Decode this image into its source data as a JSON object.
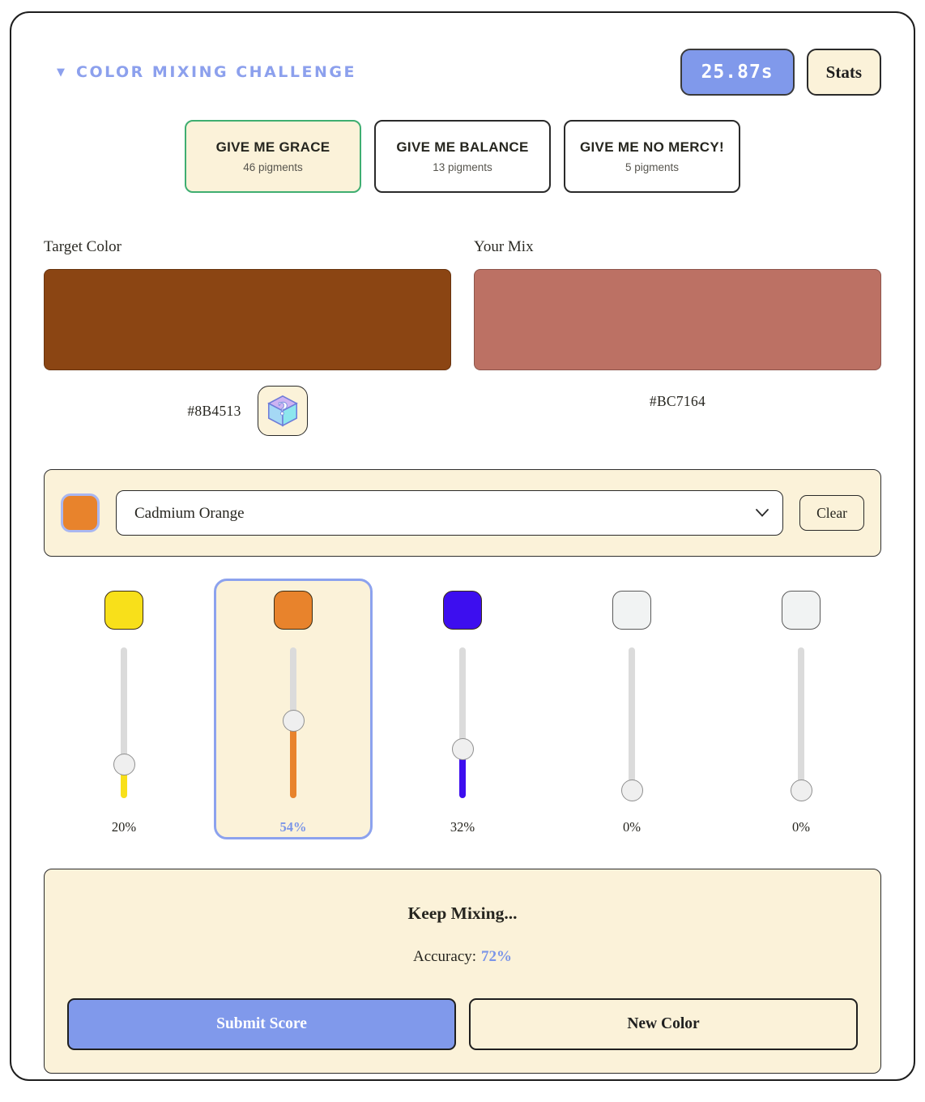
{
  "header": {
    "collapse_icon": "▼",
    "title": "COLOR MIXING CHALLENGE",
    "timer": "25.87s",
    "stats_label": "Stats"
  },
  "difficulties": [
    {
      "label": "GIVE ME GRACE",
      "sub": "46 pigments",
      "selected": true
    },
    {
      "label": "GIVE ME BALANCE",
      "sub": "13 pigments",
      "selected": false
    },
    {
      "label": "GIVE ME NO MERCY!",
      "sub": "5 pigments",
      "selected": false
    }
  ],
  "target": {
    "label": "Target Color",
    "hex": "#8B4513"
  },
  "mix": {
    "label": "Your Mix",
    "hex": "#BC7164"
  },
  "pigment_selector": {
    "selected_name": "Cadmium Orange",
    "selected_color": "#E8832C",
    "clear_label": "Clear"
  },
  "sliders": [
    {
      "name": "yellow-pigment",
      "color": "#F8E01A",
      "value": 20,
      "label": "20%",
      "selected": false,
      "empty": false
    },
    {
      "name": "orange-pigment",
      "color": "#E8832C",
      "value": 54,
      "label": "54%",
      "selected": true,
      "empty": false
    },
    {
      "name": "blue-pigment",
      "color": "#3D0EEF",
      "value": 32,
      "label": "32%",
      "selected": false,
      "empty": false
    },
    {
      "name": "empty-slot-1",
      "color": "#F1F3F3",
      "value": 0,
      "label": "0%",
      "selected": false,
      "empty": true
    },
    {
      "name": "empty-slot-2",
      "color": "#F1F3F3",
      "value": 0,
      "label": "0%",
      "selected": false,
      "empty": true
    }
  ],
  "result": {
    "status": "Keep Mixing...",
    "accuracy_label": "Accuracy:",
    "accuracy_value": "72%",
    "submit_label": "Submit Score",
    "new_color_label": "New Color"
  },
  "colors": {
    "accent_blue": "#8099EB",
    "cream": "#FBF2D9",
    "ink": "#1E1E1E",
    "selected_green": "#3FAE71",
    "selected_card_border": "#8CA2EE"
  }
}
